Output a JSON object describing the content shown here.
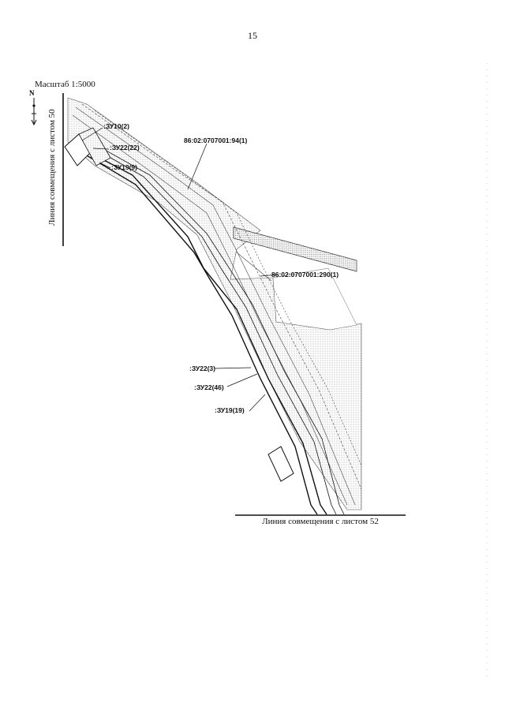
{
  "page": {
    "number": "15"
  },
  "scale": {
    "label": "Масштаб 1:5000"
  },
  "north_arrow": {
    "letter": "N",
    "icon": "north-arrow-icon"
  },
  "match_lines": {
    "top": "Линия совмещения с листом 50",
    "bottom": "Линия совмещения с листом 52"
  },
  "parcels": [
    {
      "id": "zu10-2",
      "label": ":ЗУ10(2)"
    },
    {
      "id": "zu22-22",
      "label": ":ЗУ22(22)"
    },
    {
      "id": "zu19-9",
      "label": ":ЗУ19(9)"
    },
    {
      "id": "cad-94-1",
      "label": "86:02:0707001:94(1)"
    },
    {
      "id": "cad-290-1",
      "label": "86:02:0707001:290(1)"
    },
    {
      "id": "zu22-3",
      "label": ":ЗУ22(3)"
    },
    {
      "id": "zu22-46",
      "label": ":ЗУ22(46)"
    },
    {
      "id": "zu19-19",
      "label": ":ЗУ19(19)"
    }
  ],
  "colors": {
    "line": "#111111",
    "hatch": "#9a9a9a",
    "background": "#ffffff"
  }
}
